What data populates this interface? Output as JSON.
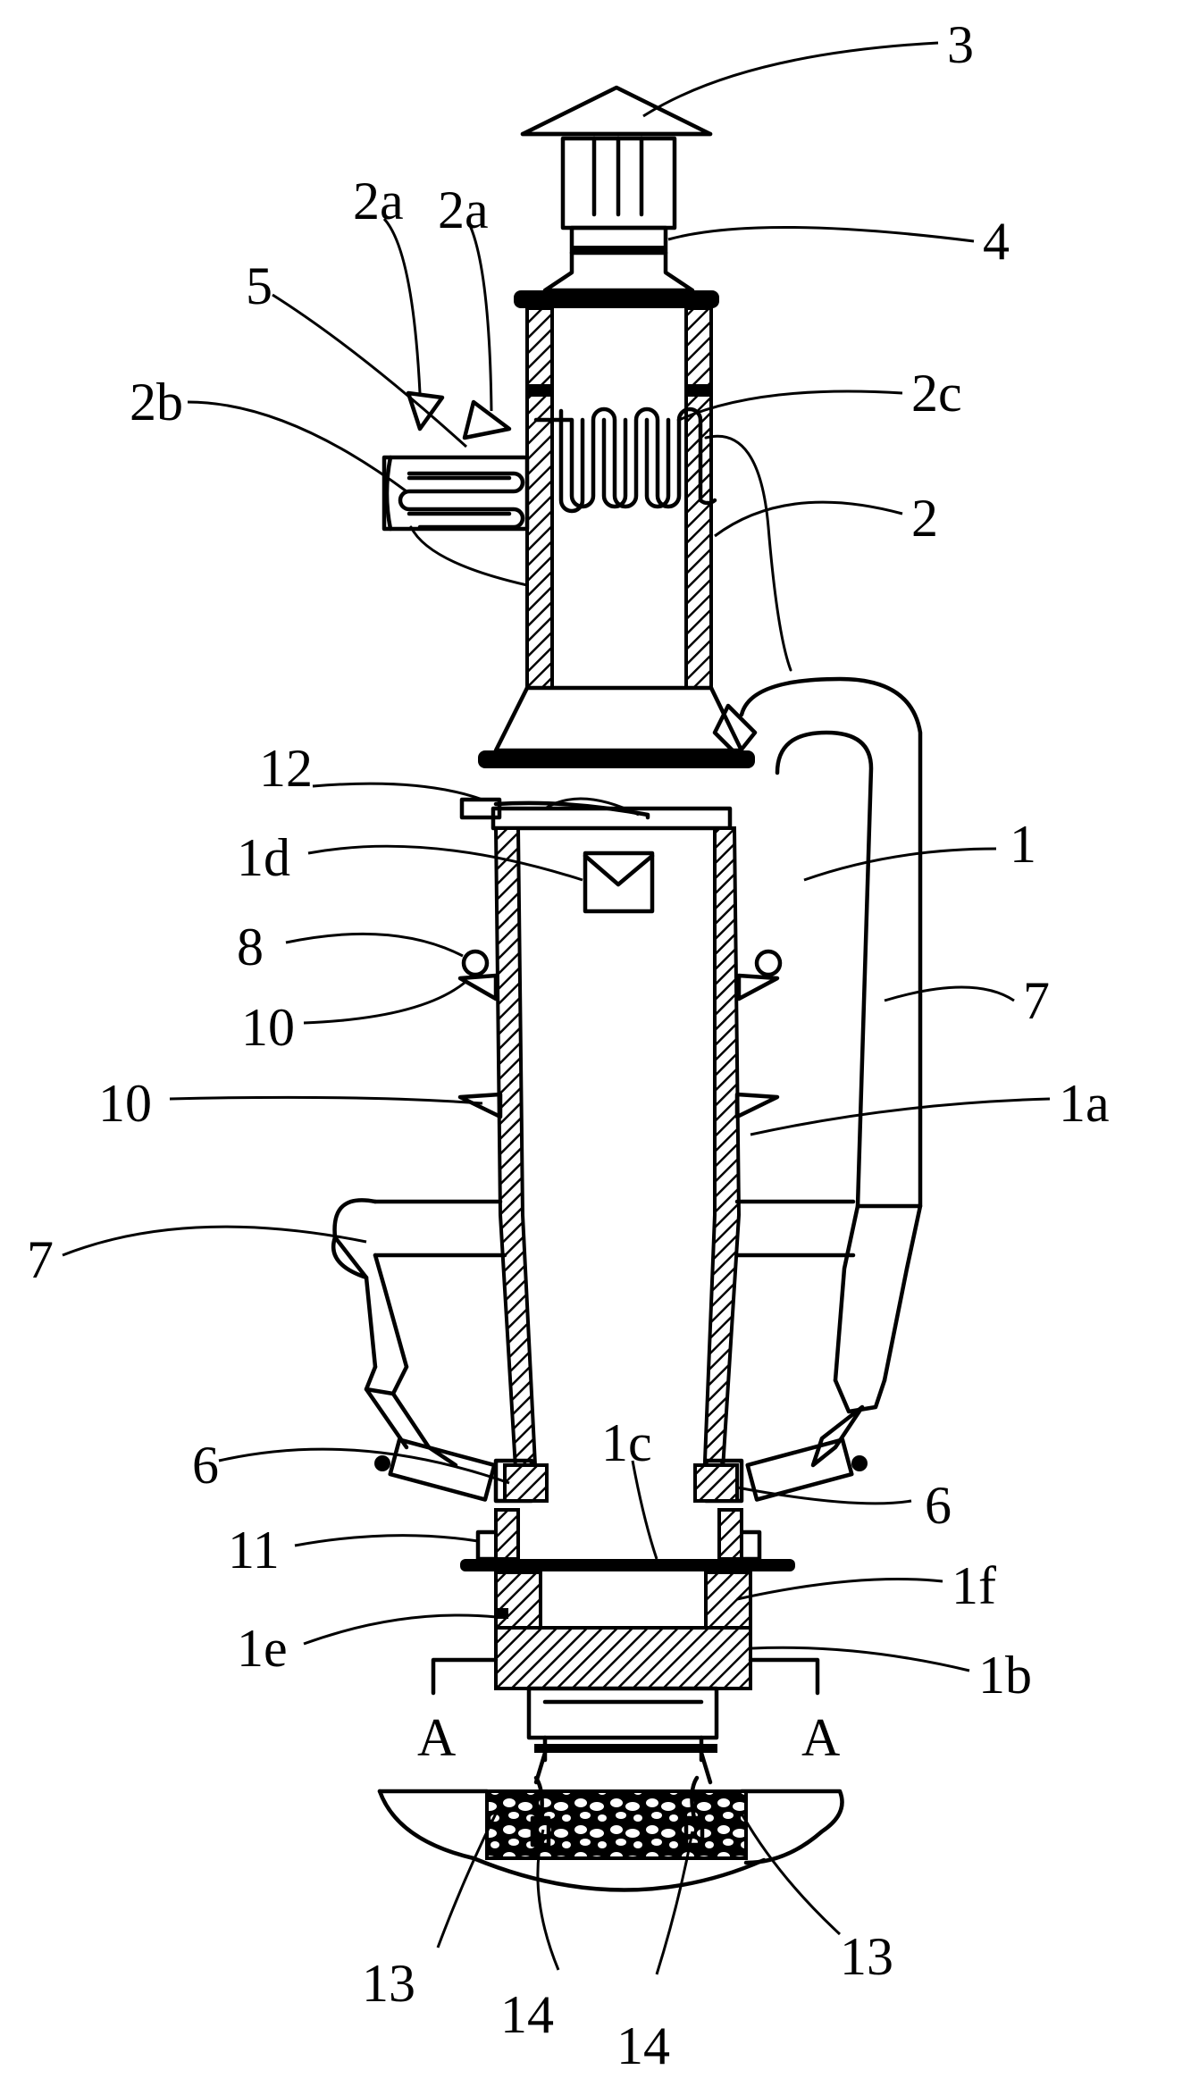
{
  "diagram": {
    "labels": {
      "l3": "3",
      "l4": "4",
      "l2a_left": "2a",
      "l2a_right": "2a",
      "l5": "5",
      "l2b": "2b",
      "l2c": "2c",
      "l2": "2",
      "l12": "12",
      "l1": "1",
      "l1d": "1d",
      "l8": "8",
      "l7_right": "7",
      "l10_upper": "10",
      "l10_lower": "10",
      "l1a": "1a",
      "l7_left": "7",
      "l6_left": "6",
      "l1c": "1c",
      "l6_right": "6",
      "l11": "11",
      "l1f": "1f",
      "l1e": "1e",
      "l1b": "1b",
      "lA_left": "A",
      "lA_right": "A",
      "l13_left": "13",
      "l13_right": "13",
      "l14_left": "14",
      "l14_right": "14"
    }
  }
}
